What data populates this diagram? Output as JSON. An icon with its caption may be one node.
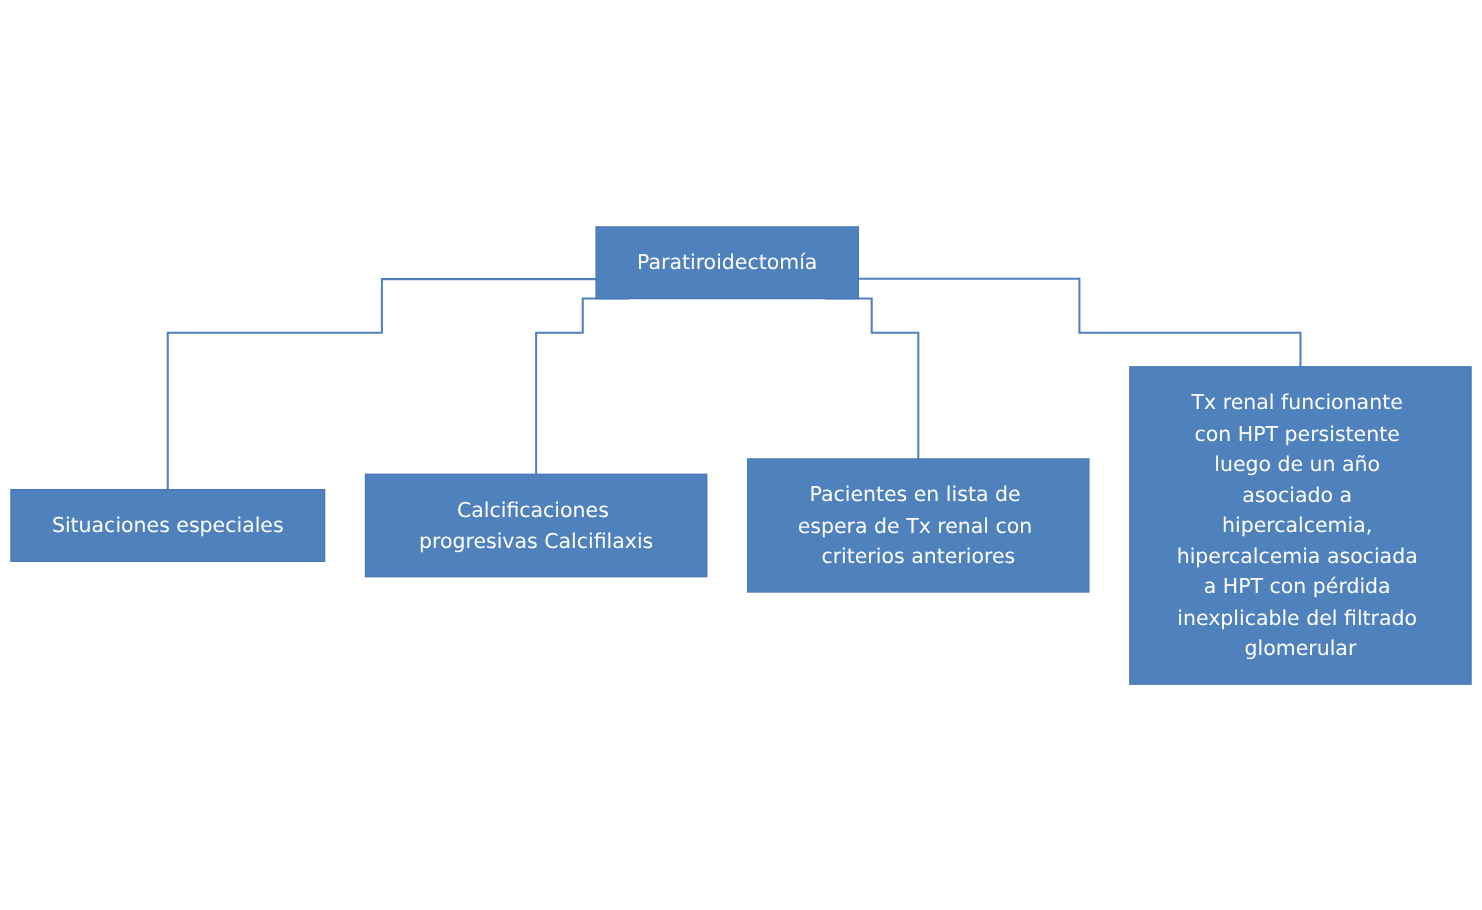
{
  "diagram": {
    "nodes": [
      {
        "text": [
          "Paratiroidectomía"
        ]
      },
      {
        "text": [
          "Situaciones especiales"
        ]
      },
      {
        "text": [
          "Calcificaciones progresivas Calcifilaxis"
        ]
      },
      {
        "text": [
          "Pacientes en lista de espera de Tx renal con criterios anteriores"
        ]
      },
      {
        "text": [
          "Tx renal funcionante con HPT persistente luego de un año asociado a hipercalcemia, hipercalcemia asociada a HPT con pérdida inexplicable del filtrado glomerular"
        ]
      }
    ],
    "edges": [
      {
        "from": 0,
        "to": 1,
        "arrow": "none"
      },
      {
        "from": 0,
        "to": 2,
        "arrow": "none"
      },
      {
        "from": 0,
        "to": 3,
        "arrow": "none"
      },
      {
        "from": 0,
        "to": 4,
        "arrow": "none"
      }
    ]
  }
}
